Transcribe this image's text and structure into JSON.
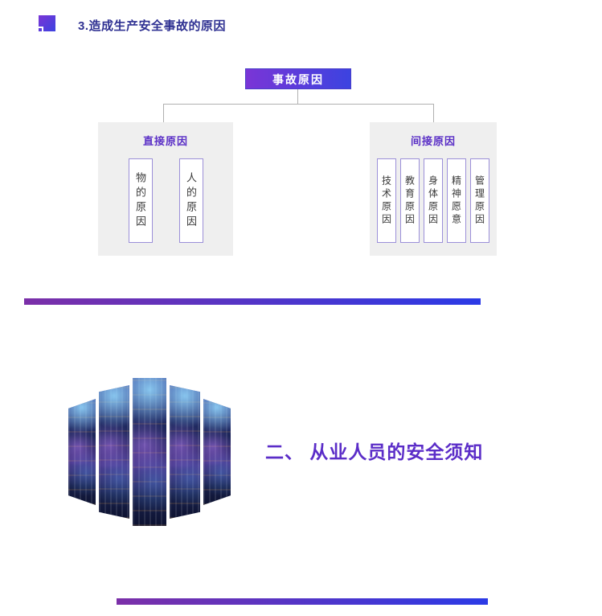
{
  "slide1": {
    "title": "3.造成生产安全事故的原因",
    "diagram": {
      "root": "事故原因",
      "groups": [
        {
          "header": "直接原因",
          "items": [
            "物的原因",
            "人的原因"
          ]
        },
        {
          "header": "间接原因",
          "items": [
            "技术原因",
            "教育原因",
            "身体原因",
            "精神愿意",
            "管理原因"
          ]
        }
      ]
    }
  },
  "slide2": {
    "title": "二、 从业人员的安全须知"
  },
  "colors": {
    "heading-text": "#2f3192",
    "root-grad-1": "#7a35d6",
    "root-grad-2": "#3c43e0",
    "group-header": "#5a2fc6",
    "item-border": "#9b8fd8",
    "item-text": "#3a3a3a",
    "panel-bg": "#efefef",
    "connector": "#b0b0b0",
    "bar-grad-1": "#7b2fa8",
    "bar-grad-2": "#2b3ae6",
    "section-title": "#5b2dc8"
  }
}
